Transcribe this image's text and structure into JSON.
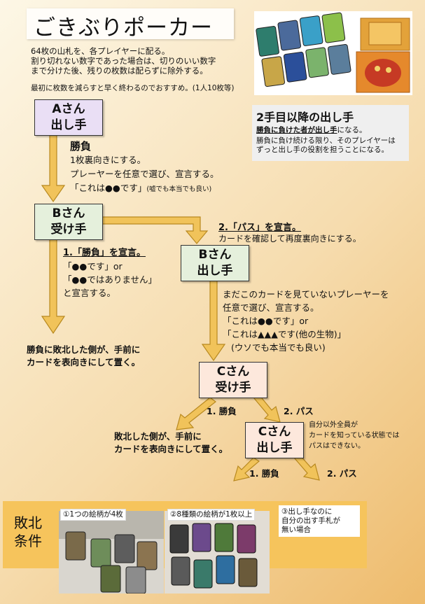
{
  "title": "ごきぶりポーカー",
  "intro": {
    "line1": "64枚の山札を、各プレイヤーに配る。",
    "line2": "割り切れない数字であった場合は、切りのいい数字",
    "line3": "まで分けた後、残りの枚数は配らずに除外する。",
    "note": "最初に枚数を減らすと早く終わるのでおすすめ。(1人10枚等)"
  },
  "box_a": {
    "line1": "Aさん",
    "line2": "出し手"
  },
  "step_a": {
    "head": "勝負",
    "l1": "1枚裏向きにする。",
    "l2": "プレーヤーを任意で選び、宣言する。",
    "l3": "「これは●●です」",
    "l3_small": "(嘘でも本当でも良い)"
  },
  "second_player": {
    "heading": "2手目以降の出し手",
    "line1_bold": "勝負に負けた者が出し手",
    "line1_rest": "になる。",
    "line2": "勝負に負け続ける限り、そのプレイヤーは",
    "line3": "ずっと出し手の役割を担うことになる。"
  },
  "box_b1": {
    "line1": "Bさん",
    "line2": "受け手"
  },
  "pass_b": {
    "head": "2.「パス」を宣言。",
    "text": "カードを確認して再度裏向きにする。"
  },
  "shobu_b": {
    "head": "1.「勝負」を宣言。",
    "l1": "「●●です」or",
    "l2": "「●●ではありません」",
    "l3": "と宣言する。"
  },
  "box_b2": {
    "line1": "Bさん",
    "line2": "出し手"
  },
  "b2_text": {
    "l1": "まだこのカードを見ていないプレーヤーを",
    "l2": "任意で選び、宣言する。",
    "l3": "「これは●●です」or",
    "l4": "「これは▲▲▲です(他の生物)」",
    "l5": "(ウソでも本当でも良い)"
  },
  "loser_left": {
    "l1": "勝負に敗北した側が、手前に",
    "l2": "カードを表向きにして置く。"
  },
  "box_c1": {
    "line1": "Cさん",
    "line2": "受け手"
  },
  "c1_shobu": "1. 勝負",
  "c1_pass": "2. パス",
  "loser_mid": {
    "l1": "敗北した側が、手前に",
    "l2": "カードを表向きにして置く。"
  },
  "box_c2": {
    "line1": "Cさん",
    "line2": "出し手"
  },
  "c2_note": {
    "l1": "自分以外全員が",
    "l2": "カードを知っている状態では",
    "l3": "パスはできない。"
  },
  "c2_shobu": "1. 勝負",
  "c2_pass": "2. パス",
  "defeat": {
    "label_l1": "敗北",
    "label_l2": "条件",
    "cond1": "①1つの絵柄が4枚",
    "cond2": "②8種類の絵柄が1枚以上",
    "cond3_l1": "③出し手なのに",
    "cond3_l2": "自分の出す手札が",
    "cond3_l3": "無い場合"
  },
  "colors": {
    "arrow_fill": "#f1c35a",
    "arrow_stroke": "#b88920",
    "box_a": "#eadff5",
    "box_b": "#e5f0dc",
    "box_c": "#fde8dc",
    "defeat_bg": "#f6c45c"
  }
}
